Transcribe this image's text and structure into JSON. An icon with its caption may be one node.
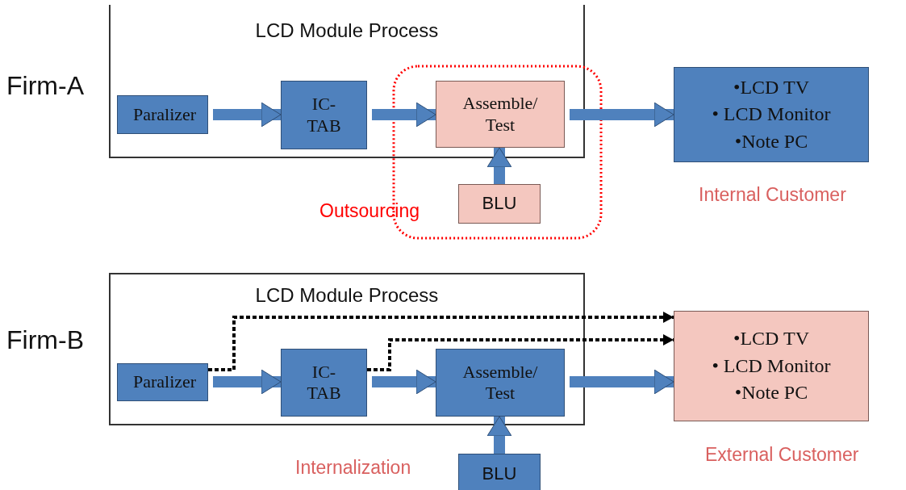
{
  "diagram": {
    "nodes": [
      {
        "text": [
          "LCD Module Process"
        ],
        "beside": [
          "Firm-A"
        ]
      },
      {
        "text": [
          "Paralizer"
        ],
        "in": 0
      },
      {
        "text": [
          "IC- TAB"
        ],
        "in": 0
      },
      {
        "text": [
          "Assemble/ Test"
        ],
        "in": 0
      },
      {
        "text": [
          "BLU"
        ]
      },
      {
        "text": [
          "•LCD TV",
          "• LCD Monitor",
          "•Note PC"
        ],
        "beside": [
          "Internal Customer"
        ]
      },
      {
        "text": [
          "LCD Module Process"
        ],
        "beside": [
          "Firm-B"
        ]
      },
      {
        "text": [
          "Paralizer"
        ],
        "in": 6
      },
      {
        "text": [
          "IC- TAB"
        ],
        "in": 6
      },
      {
        "text": [
          "Assemble/ Test"
        ],
        "in": 6
      },
      {
        "text": [
          "BLU"
        ]
      },
      {
        "text": [
          "•LCD TV",
          "• LCD Monitor",
          "•Note PC"
        ],
        "beside": [
          "External Customer"
        ]
      }
    ],
    "edges": [
      {
        "from": 1,
        "to": 2,
        "arrow": "to"
      },
      {
        "from": 2,
        "to": 3,
        "arrow": "to"
      },
      {
        "from": 3,
        "to": 5,
        "arrow": "to"
      },
      {
        "from": 4,
        "to": 3,
        "arrow": "to"
      },
      {
        "from": 7,
        "to": 8,
        "arrow": "to"
      },
      {
        "from": 8,
        "to": 9,
        "arrow": "to"
      },
      {
        "from": 9,
        "to": 11,
        "arrow": "to"
      },
      {
        "from": 10,
        "to": 9,
        "arrow": "to"
      },
      {
        "from": 7,
        "to": 11,
        "arrow": "to",
        "style": "dashed",
        "color": "#000000"
      },
      {
        "from": 8,
        "to": 11,
        "arrow": "to",
        "style": "dashed",
        "color": "#000000"
      }
    ],
    "labels": [
      "Outsourcing",
      "Internalization"
    ]
  }
}
